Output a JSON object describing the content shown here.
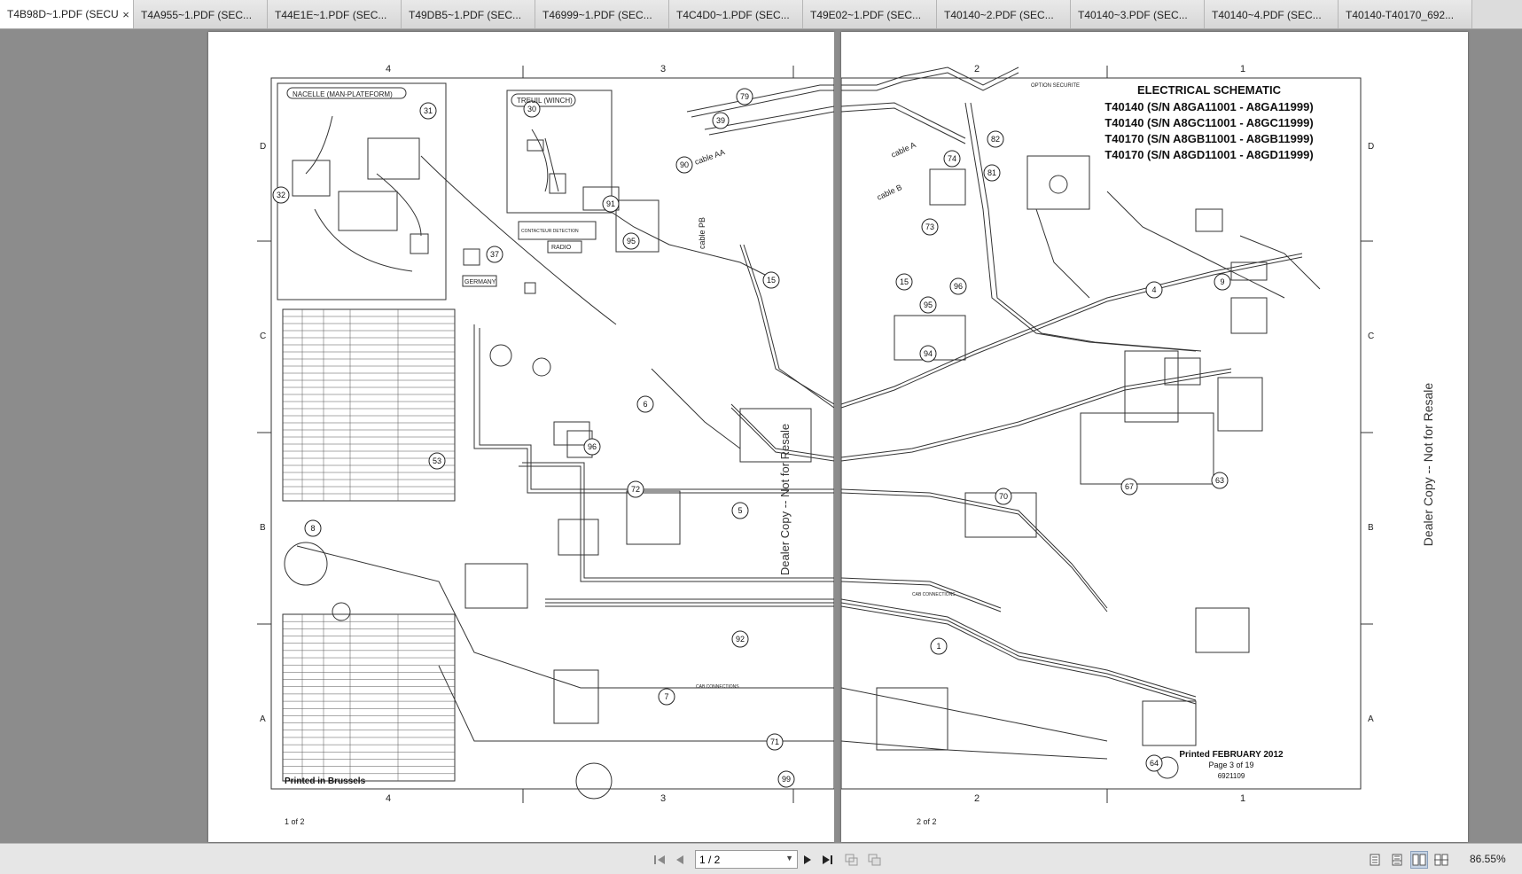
{
  "tabs": [
    {
      "label": "T4B98D~1.PDF (SECU...",
      "active": true
    },
    {
      "label": "T4A955~1.PDF (SEC..."
    },
    {
      "label": "T44E1E~1.PDF (SEC..."
    },
    {
      "label": "T49DB5~1.PDF (SEC..."
    },
    {
      "label": "T46999~1.PDF (SEC..."
    },
    {
      "label": "T4C4D0~1.PDF (SEC..."
    },
    {
      "label": "T49E02~1.PDF (SEC..."
    },
    {
      "label": "T40140~2.PDF (SEC..."
    },
    {
      "label": "T40140~3.PDF (SEC..."
    },
    {
      "label": "T40140~4.PDF (SEC..."
    },
    {
      "label": "T40140-T40170_692..."
    }
  ],
  "tab_close_glyph": "×",
  "document": {
    "title": "ELECTRICAL SCHEMATIC",
    "models": [
      "T40140 (S/N A8GA11001 - A8GA11999)",
      "T40140 (S/N A8GC11001 - A8GC11999)",
      "T40170 (S/N A8GB11001 - A8GB11999)",
      "T40170 (S/N A8GD11001 - A8GD11999)"
    ],
    "printed_left": "Printed in Brussels",
    "printed_date": "Printed FEBRUARY 2012",
    "page_of": "Page 3 of 19",
    "doc_number": "6921109",
    "page1_footer": "1 of 2",
    "page2_footer": "2 of 2",
    "watermark": "Dealer Copy -- Not for Resale",
    "column_markers": [
      "4",
      "3",
      "2",
      "1"
    ],
    "row_markers": [
      "D",
      "C",
      "B",
      "A"
    ],
    "labels": {
      "nacelle": "NACELLE (MAN-PLATEFORM)",
      "treuil": "TREUIL (WINCH)",
      "contacteur": "CONTACTEUR DETECTION",
      "radio": "RADIO",
      "germany": "GERMANY",
      "option": "OPTION SECURITE",
      "cab_connections": "CAB CONNECTIONS",
      "cable_aa": "cable AA",
      "cable_pb": "cable PB",
      "cable_a": "cable A",
      "cable_b": "cable B"
    },
    "callouts_left": [
      "31",
      "32",
      "30",
      "37",
      "90",
      "91",
      "95",
      "79",
      "39",
      "15",
      "96",
      "6",
      "53",
      "72",
      "5",
      "92",
      "7",
      "71",
      "99",
      "8"
    ],
    "callouts_right": [
      "82",
      "81",
      "74",
      "73",
      "15",
      "95",
      "96",
      "94",
      "4",
      "9",
      "67",
      "63",
      "70",
      "1",
      "64"
    ]
  },
  "toolbar": {
    "page_value": "1 / 2",
    "zoom": "86.55%",
    "first_icon": "first-page-icon",
    "prev_icon": "prev-page-icon",
    "next_icon": "next-page-icon",
    "last_icon": "last-page-icon"
  }
}
